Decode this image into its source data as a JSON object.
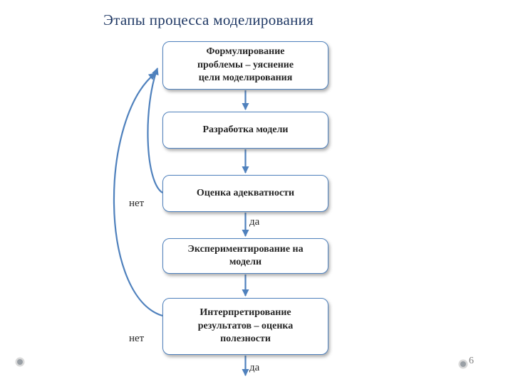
{
  "slide": {
    "title": "Этапы процесса моделирования",
    "page_number": "6"
  },
  "flowchart": {
    "boxes": [
      {
        "label": "Формулирование проблемы – уяснение цели моделирования"
      },
      {
        "label": "Разработка модели"
      },
      {
        "label": "Оценка адекватности"
      },
      {
        "label": "Экспериментирование на модели"
      },
      {
        "label": "Интерпретирование результатов – оценка полезности"
      }
    ],
    "branch_labels": {
      "no_1": "нет",
      "yes_1": "да",
      "no_2": "нет",
      "yes_2": "да"
    }
  },
  "colors": {
    "title_color": "#1f3864",
    "box_border": "#4f81bd",
    "arrow_color": "#4f81bd",
    "box_text": "#262626",
    "page_number_color": "#808080"
  }
}
